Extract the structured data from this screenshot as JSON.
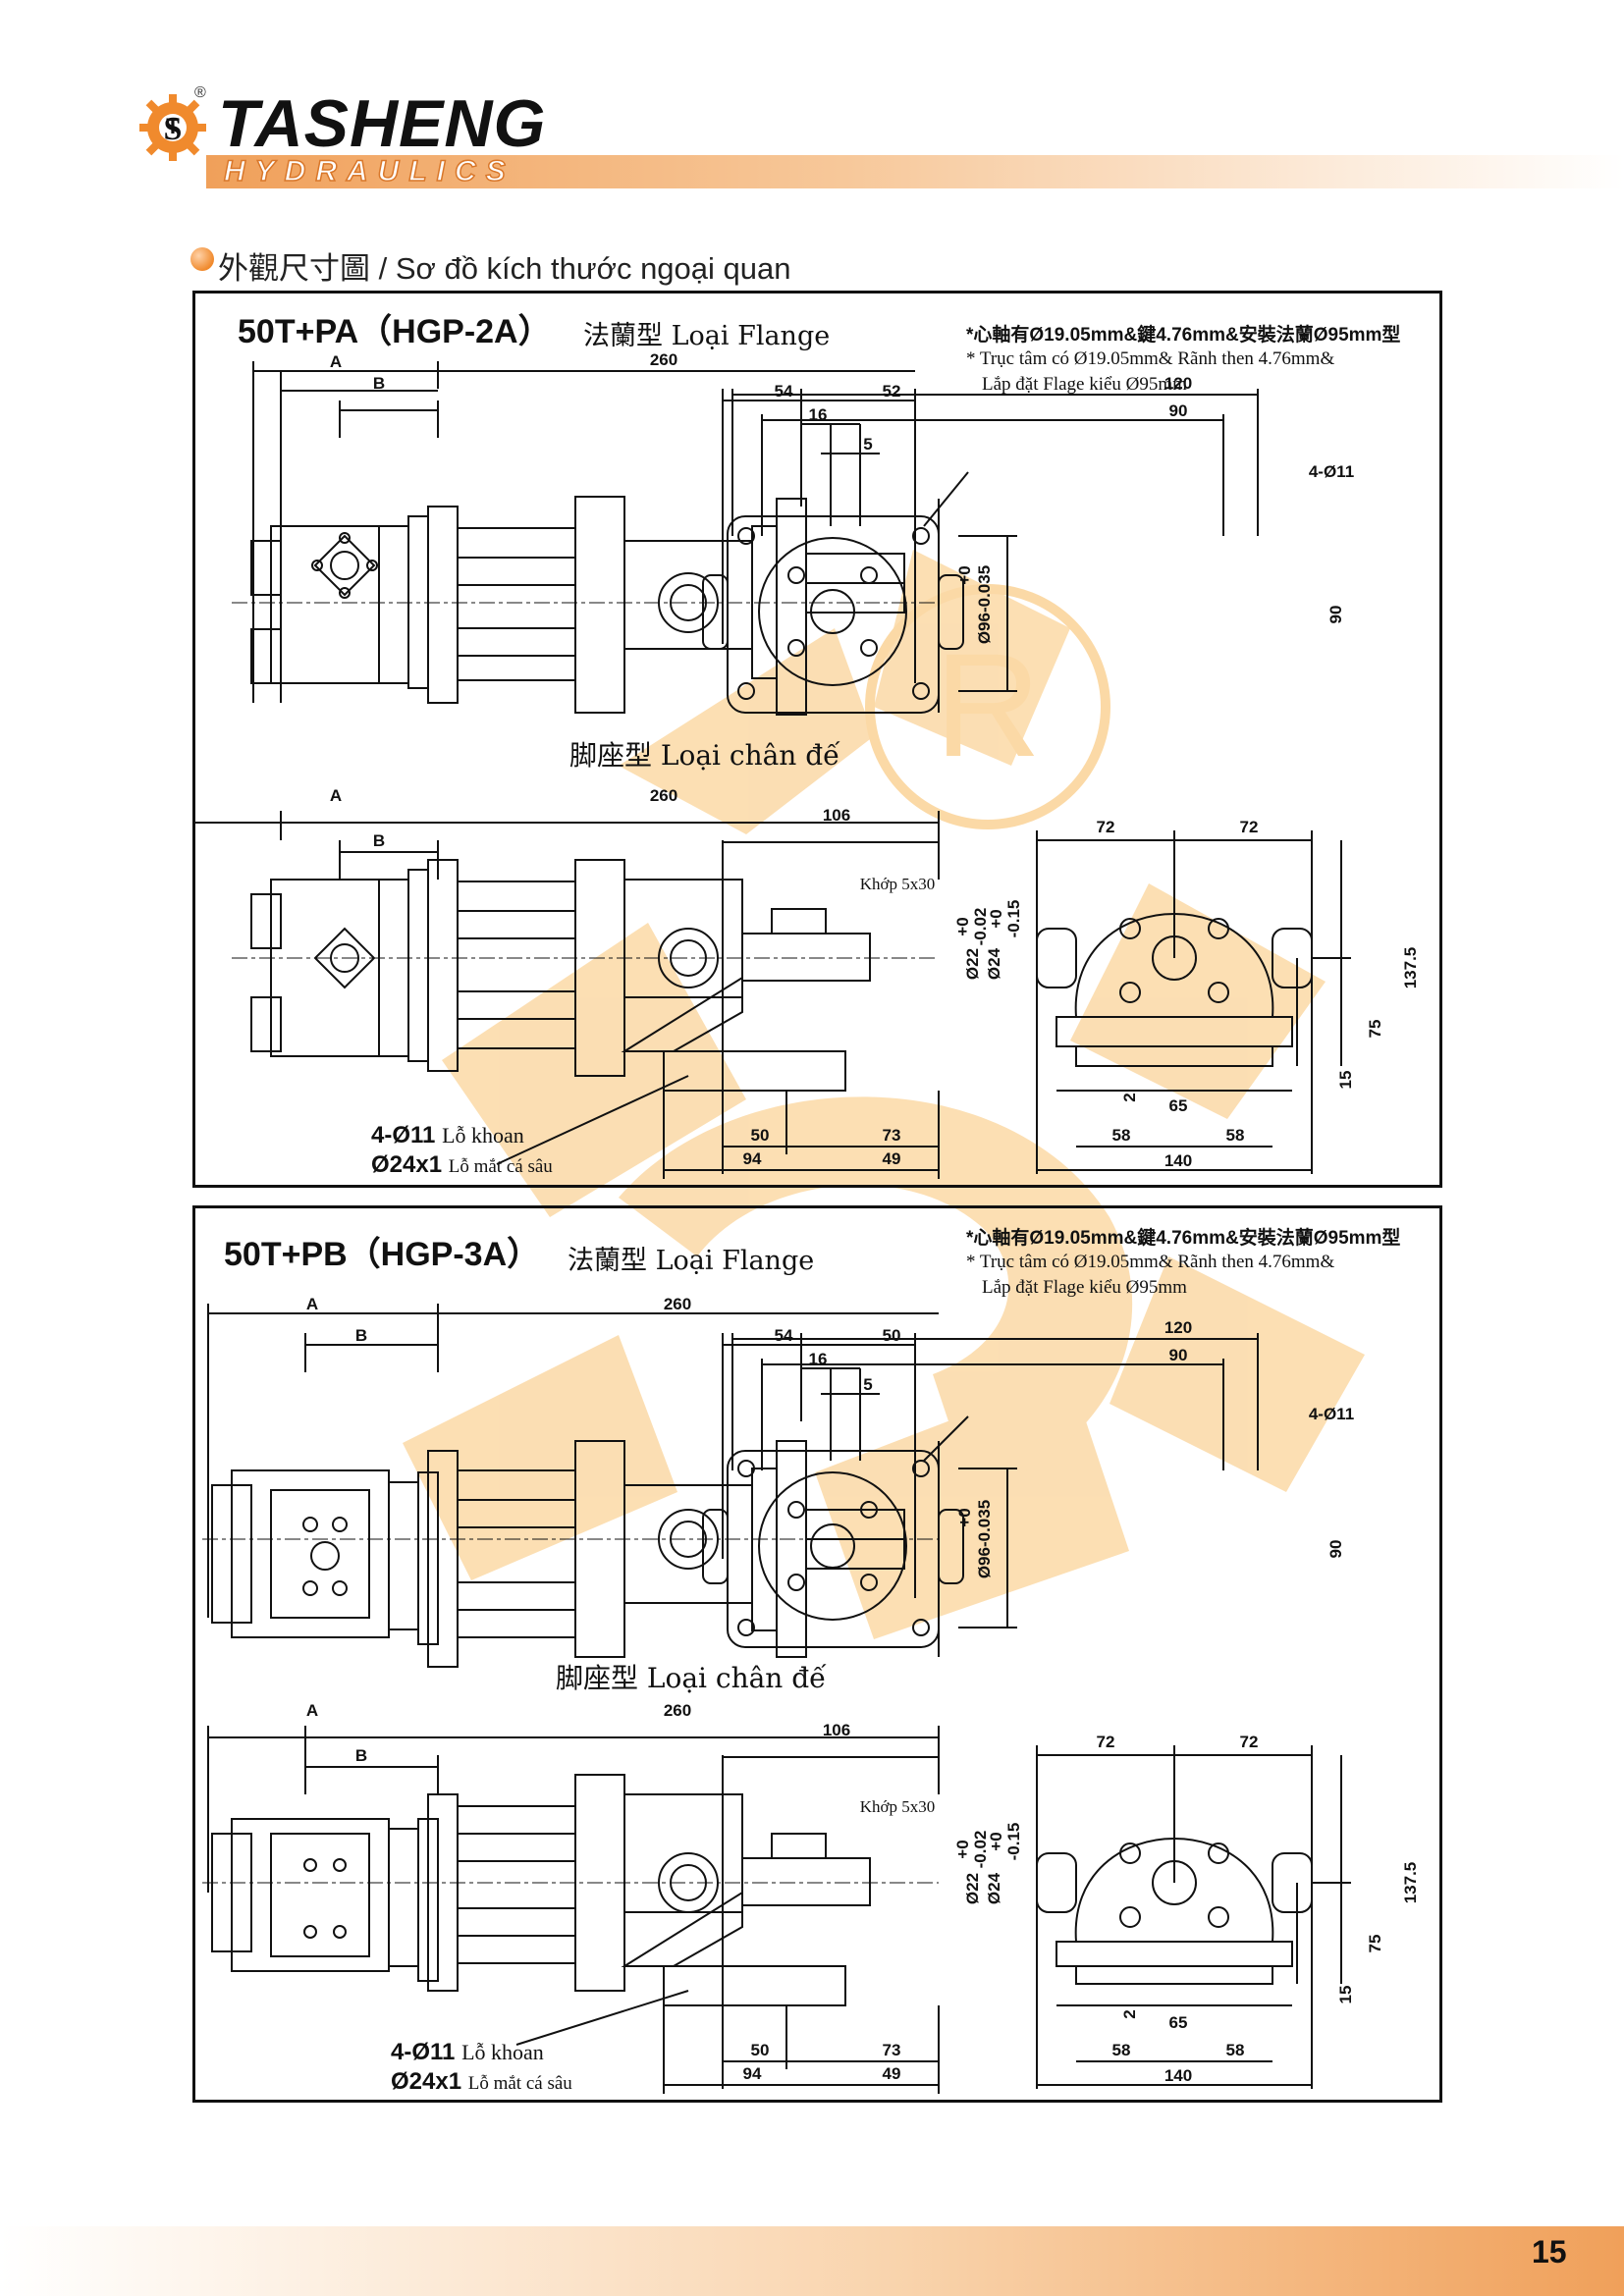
{
  "brand": {
    "name": "TASHENG",
    "subtitle": "HYDRAULICS",
    "registered": "®"
  },
  "section_heading": "外觀尺寸圖 / Sơ đồ kích thước ngoại quan",
  "colors": {
    "accent": "#f08a2d",
    "watermark": "#fbd9a6",
    "line": "#111111"
  },
  "panels": [
    {
      "title": "50T+PA（HGP-2A）",
      "flange_label": "法蘭型 Loại Flange",
      "note_zh": "*心軸有Ø19.05mm&鍵4.76mm&安裝法蘭Ø95mm型",
      "note_vi_1": "* Trục tâm có Ø19.05mm& Rãnh then 4.76mm&",
      "note_vi_2": "Lắp đặt Flage  kiểu Ø95mm",
      "foot_label": "脚座型 Loại chân đế",
      "hole_1": "4-Ø11",
      "hole_1_vi": "Lỗ khoan",
      "hole_2": "Ø24x1",
      "hole_2_vi": "Lỗ mắt cá sâu",
      "flange_dims": [
        "A",
        "B",
        "260",
        "54",
        "52",
        "16",
        "5",
        "+0",
        "Ø96-0.035"
      ],
      "flange_end_dims": [
        "120",
        "90",
        "4-Ø11",
        "90"
      ],
      "foot_dims": [
        "A",
        "B",
        "260",
        "106",
        "Khớp 5x30",
        "+0",
        "-0.02",
        "+0",
        "-0.15",
        "Ø22",
        "Ø24",
        "50",
        "73",
        "94",
        "49"
      ],
      "foot_end_dims": [
        "72",
        "72",
        "137.5",
        "75",
        "15",
        "2",
        "65",
        "58",
        "58",
        "140"
      ]
    },
    {
      "title": "50T+PB（HGP-3A）",
      "flange_label": "法蘭型 Loại Flange",
      "note_zh": "*心軸有Ø19.05mm&鍵4.76mm&安裝法蘭Ø95mm型",
      "note_vi_1": "* Trục tâm có Ø19.05mm& Rãnh then 4.76mm&",
      "note_vi_2": "Lắp đặt Flage  kiểu Ø95mm",
      "foot_label": "脚座型 Loại chân đế",
      "hole_1": "4-Ø11",
      "hole_1_vi": "Lỗ khoan",
      "hole_2": "Ø24x1",
      "hole_2_vi": "Lỗ mắt cá sâu",
      "flange_dims": [
        "A",
        "B",
        "260",
        "54",
        "50",
        "16",
        "5",
        "+0",
        "Ø96-0.035"
      ],
      "flange_end_dims": [
        "120",
        "90",
        "4-Ø11",
        "90"
      ],
      "foot_dims": [
        "A",
        "B",
        "260",
        "106",
        "Khớp 5x30",
        "+0",
        "-0.02",
        "+0",
        "-0.15",
        "Ø22",
        "Ø24",
        "50",
        "73",
        "94",
        "49"
      ],
      "foot_end_dims": [
        "72",
        "72",
        "137.5",
        "75",
        "15",
        "2",
        "65",
        "58",
        "58",
        "140"
      ]
    }
  ],
  "page_number": "15"
}
